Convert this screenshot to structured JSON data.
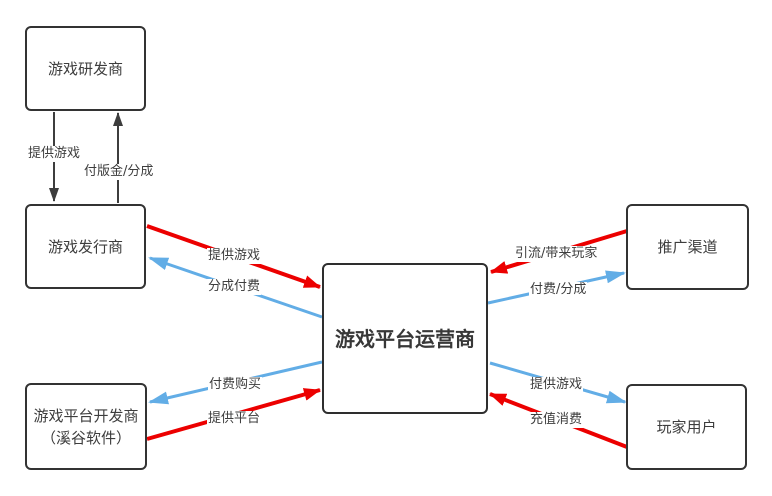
{
  "colors": {
    "red_arrow": "#ec0000",
    "blue_arrow": "#62ade6",
    "black_arrow": "#3d3d3d",
    "box_border": "#333333",
    "text": "#3d3d3d"
  },
  "nodes": {
    "developer": {
      "label": "游戏研发商"
    },
    "publisher": {
      "label": "游戏发行商"
    },
    "platform_developer": {
      "label_line1": "游戏平台开发商",
      "label_line2": "（溪谷软件）"
    },
    "operator": {
      "label": "游戏平台运营商"
    },
    "promotion_channel": {
      "label": "推广渠道"
    },
    "players": {
      "label": "玩家用户"
    }
  },
  "edges": {
    "developer_to_publisher": {
      "label": "提供游戏"
    },
    "publisher_to_developer": {
      "label": "付版金/分成"
    },
    "publisher_to_operator": {
      "label": "提供游戏"
    },
    "operator_to_publisher": {
      "label": "分成付费"
    },
    "promotion_to_operator": {
      "label": "引流/带来玩家"
    },
    "operator_to_promotion": {
      "label": "付费/分成"
    },
    "operator_to_players": {
      "label": "提供游戏"
    },
    "players_to_operator": {
      "label": "充值消费"
    },
    "operator_to_platform_developer": {
      "label": "付费购买"
    },
    "platform_developer_to_operator": {
      "label": "提供平台"
    }
  }
}
